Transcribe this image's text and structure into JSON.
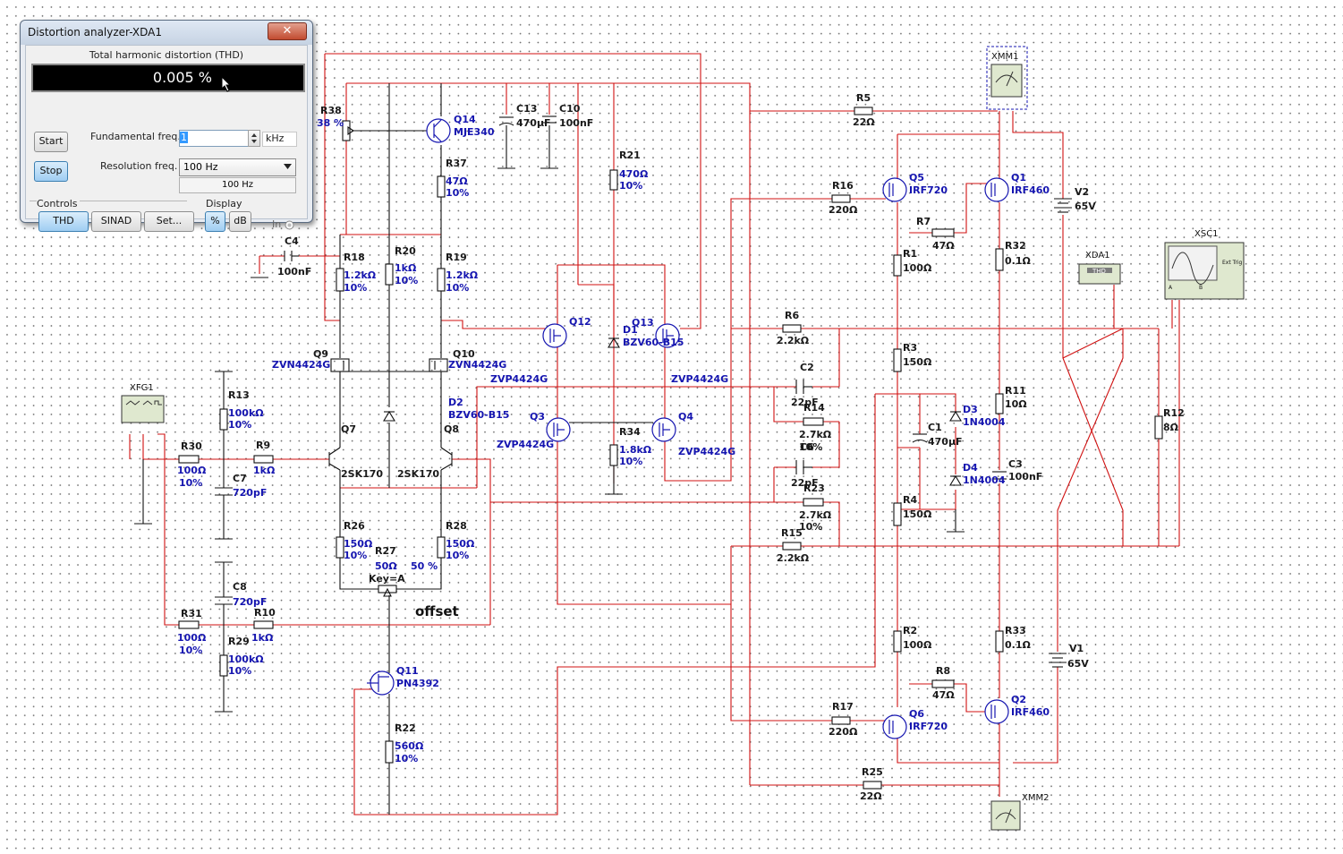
{
  "window": {
    "title": "Distortion analyzer-XDA1",
    "close_glyph": "✕",
    "thd_caption": "Total harmonic distortion (THD)",
    "thd_value": "0.005 %",
    "start_label": "Start",
    "stop_label": "Stop",
    "fundamental_label": "Fundamental freq.",
    "fundamental_value": "1",
    "fundamental_unit": "kHz",
    "resolution_label": "Resolution freq.",
    "resolution_option": "100 Hz",
    "resolution_readout": "100 Hz",
    "controls_label": "Controls",
    "display_label": "Display",
    "thd_button": "THD",
    "sinad_button": "SINAD",
    "set_button": "Set...",
    "percent_button": "%",
    "db_button": "dB",
    "in_label": "In"
  },
  "instruments": {
    "xmm1": "XMM1",
    "xmm2": "XMM2",
    "xda1": "XDA1",
    "xda1_face": "THD",
    "xsc1": "XSC1",
    "xsc1_trig": "Ext Trig",
    "xsc1_a": "A",
    "xsc1_b": "B",
    "xfg1": "XFG1"
  },
  "components": {
    "r38": "R38",
    "r38_pct": "38 %",
    "q14": "Q14",
    "q14_model": "MJE340",
    "c13": "C13",
    "c13_val": "470µF",
    "c10": "C10",
    "c10_val": "100nF",
    "r37": "R37",
    "r37_val": "47Ω",
    "r37_tol": "10%",
    "r21": "R21",
    "r21_val": "470Ω",
    "r21_tol": "10%",
    "c4": "C4",
    "c4_val": "100nF",
    "r18": "R18",
    "r18_val": "1.2kΩ",
    "r18_tol": "10%",
    "r20": "R20",
    "r20_val": "1kΩ",
    "r20_tol": "10%",
    "r19": "R19",
    "r19_val": "1.2kΩ",
    "r19_tol": "10%",
    "q9": "Q9",
    "q9_model": "ZVN4424G",
    "q10": "Q10",
    "q10_model": "ZVN4424G",
    "q12": "Q12",
    "q13": "Q13",
    "d1": "D1",
    "d1_model": "BZV60-B15",
    "d2": "D2",
    "d2_model": "BZV60-B15",
    "zvp_left": "ZVP4424G",
    "zvp_right": "ZVP4424G",
    "q3": "Q3",
    "q3_model": "ZVP4424G",
    "q4": "Q4",
    "q4_model": "ZVP4424G",
    "r34": "R34",
    "r34_val": "1.8kΩ",
    "r34_tol": "10%",
    "q7": "Q7",
    "q7_model": "2SK170",
    "q8": "Q8",
    "q8_model": "2SK170",
    "r13": "R13",
    "r13_val": "100kΩ",
    "r13_tol": "10%",
    "r30": "R30",
    "r30_val": "100Ω",
    "r30_tol": "10%",
    "r9": "R9",
    "r9_val": "1kΩ",
    "c7": "C7",
    "c7_val": "720pF",
    "c8": "C8",
    "c8_val": "720pF",
    "r31": "R31",
    "r31_val": "100Ω",
    "r31_tol": "10%",
    "r10": "R10",
    "r10_val": "1kΩ",
    "r29": "R29",
    "r29_val": "100kΩ",
    "r29_tol": "10%",
    "r26": "R26",
    "r26_val": "150Ω",
    "r26_tol": "10%",
    "r28": "R28",
    "r28_val": "150Ω",
    "r28_tol": "10%",
    "r27": "R27",
    "r27_val": "50Ω",
    "r27_pct": "50 %",
    "r27_key": "Key=A",
    "offset": "offset",
    "q11": "Q11",
    "q11_model": "PN4392",
    "r22": "R22",
    "r22_val": "560Ω",
    "r22_tol": "10%",
    "r5": "R5",
    "r5_val": "22Ω",
    "r16": "R16",
    "r16_val": "220Ω",
    "q5": "Q5",
    "q5_model": "IRF720",
    "q1": "Q1",
    "q1_model": "IRF460",
    "v2": "V2",
    "v2_val": "65V",
    "r7": "R7",
    "r7_val": "47Ω",
    "r1": "R1",
    "r1_val": "100Ω",
    "r32": "R32",
    "r32_val": "0.1Ω",
    "r6": "R6",
    "r6_val": "2.2kΩ",
    "r3": "R3",
    "r3_val": "150Ω",
    "c2": "C2",
    "c2_val": "22pF",
    "r14": "R14",
    "r14_val": "2.7kΩ",
    "r14_tol": "10%",
    "r11": "R11",
    "r11_val": "10Ω",
    "d3": "D3",
    "d3_model": "1N4004",
    "c1": "C1",
    "c1_val": "470µF",
    "d4": "D4",
    "d4_model": "1N4004",
    "c3": "C3",
    "c3_val": "100nF",
    "r12": "R12",
    "r12_val": "8Ω",
    "c6": "C6",
    "c6_val": "22pF",
    "r23": "R23",
    "r23_val": "2.7kΩ",
    "r23_tol": "10%",
    "r4": "R4",
    "r4_val": "150Ω",
    "r15": "R15",
    "r15_val": "2.2kΩ",
    "r2": "R2",
    "r2_val": "100Ω",
    "r33": "R33",
    "r33_val": "0.1Ω",
    "v1": "V1",
    "v1_val": "65V",
    "r8": "R8",
    "r8_val": "47Ω",
    "q2": "Q2",
    "q2_model": "IRF460",
    "r17": "R17",
    "r17_val": "220Ω",
    "q6": "Q6",
    "q6_model": "IRF720",
    "r25": "R25",
    "r25_val": "22Ω"
  },
  "icons": {
    "close": "close-icon",
    "cursor": "mouse-pointer-icon",
    "spinner": "spinner-arrows-icon",
    "dropdown": "chevron-down-icon",
    "radio": "radio-icon"
  },
  "colors": {
    "wire": "#d01010",
    "component_label": "#1515b0",
    "ref_label": "#1a1a1a",
    "thd_display_bg": "#000000",
    "active_button": "#9fcdf2"
  }
}
